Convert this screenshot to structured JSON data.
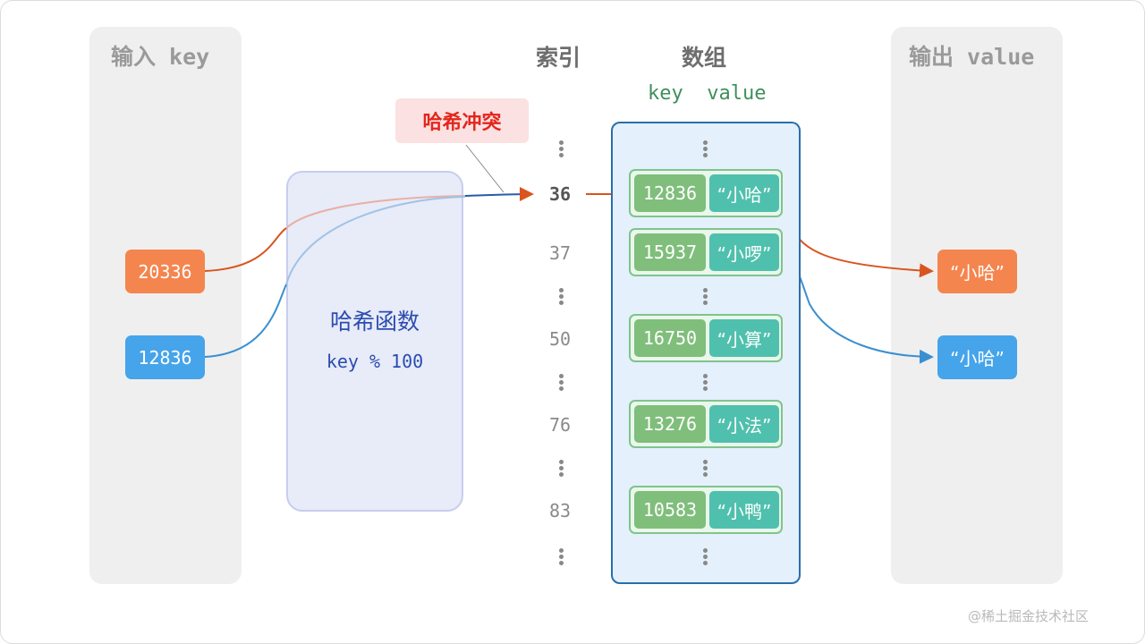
{
  "headers": {
    "input": "输入 key",
    "index": "索引",
    "array": "数组",
    "array_kv": "key  value",
    "output": "输出 value"
  },
  "inputs": [
    {
      "key": "20336",
      "color": "#f5854e"
    },
    {
      "key": "12836",
      "color": "#45a4ea"
    }
  ],
  "hash_function": {
    "title": "哈希函数",
    "formula": "key % 100"
  },
  "collision_label": "哈希冲突",
  "indices": [
    "36",
    "37",
    "50",
    "76",
    "83"
  ],
  "entries": [
    {
      "key": "12836",
      "value": "“小哈”"
    },
    {
      "key": "15937",
      "value": "“小啰”"
    },
    {
      "key": "16750",
      "value": "“小算”"
    },
    {
      "key": "13276",
      "value": "“小法”"
    },
    {
      "key": "10583",
      "value": "“小鸭”"
    }
  ],
  "outputs": [
    {
      "value": "“小哈”",
      "color": "#f5854e"
    },
    {
      "value": "“小哈”",
      "color": "#45a4ea"
    }
  ],
  "watermark": "@稀土掘金技术社区"
}
